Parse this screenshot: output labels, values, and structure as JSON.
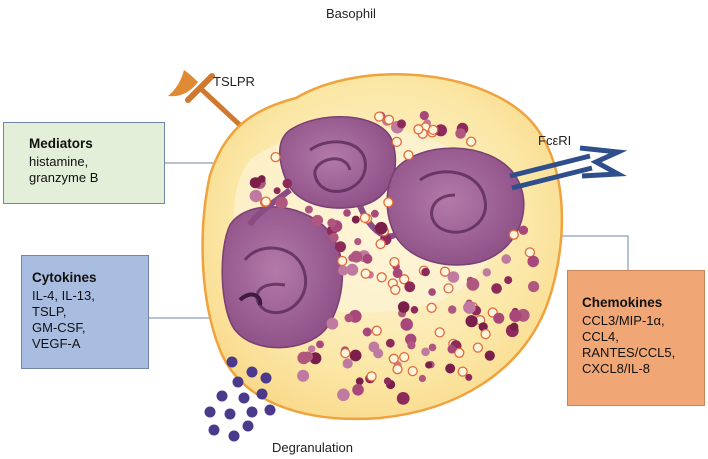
{
  "title": "Basophil",
  "receptors": {
    "tslpr": "TSLPR",
    "fceri": "FcεRI"
  },
  "process": "Degranulation",
  "mediators": {
    "title": "Mediators",
    "items": [
      "histamine,",
      "granzyme B"
    ]
  },
  "cytokines": {
    "title": "Cytokines",
    "items": [
      "IL-4, IL-13,",
      "TSLP,",
      "GM-CSF,",
      "VEGF-A"
    ]
  },
  "chemokines": {
    "title": "Chemokines",
    "items": [
      "CCL3/MIP-1α,",
      "CCL4,",
      "RANTES/CCL5,",
      "CXCL8/IL-8"
    ]
  },
  "colors": {
    "cell_fill": "#fbe7a6",
    "cell_border": "#f0a23c",
    "nucleus": "#9b5a91",
    "granule": "#8e2a5a",
    "receptor_tslpr": "#d0792e",
    "receptor_fceri": "#2e4f8c"
  }
}
